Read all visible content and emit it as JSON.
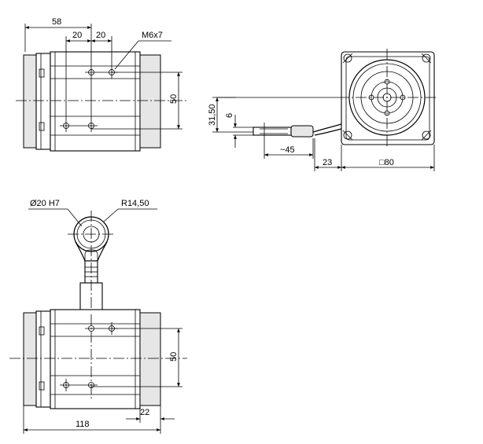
{
  "drawing": {
    "top_view": {
      "dim_overall": "58",
      "dim_hole_1": "20",
      "dim_hole_2": "20",
      "thread_callout": "M6x7",
      "dim_height": "50"
    },
    "side_view": {
      "dim_offset": "31,50",
      "dim_cable": "6",
      "dim_cable_length": "~45",
      "dim_connector": "23",
      "dim_square": "□80"
    },
    "front_view": {
      "bore_callout": "Ø20 H7",
      "radius_callout": "R14,50",
      "dim_height": "50",
      "dim_depth": "22",
      "dim_overall": "118"
    }
  }
}
